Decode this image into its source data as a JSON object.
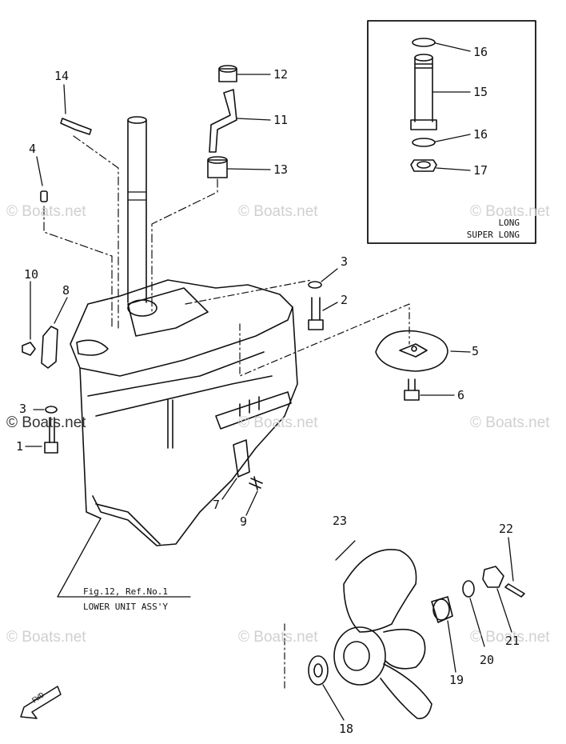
{
  "watermark": "© Boats.net",
  "inset": {
    "label_long": "LONG",
    "label_super_long": "SUPER LONG",
    "callouts": [
      "16",
      "15",
      "16",
      "17"
    ]
  },
  "callouts": {
    "c1": "1",
    "c2": "2",
    "c3a": "3",
    "c3b": "3",
    "c4": "4",
    "c5": "5",
    "c6": "6",
    "c7": "7",
    "c8": "8",
    "c9": "9",
    "c10": "10",
    "c11": "11",
    "c12": "12",
    "c13": "13",
    "c14": "14",
    "c18": "18",
    "c19": "19",
    "c20": "20",
    "c21": "21",
    "c22": "22",
    "c23": "23"
  },
  "figure_reference": {
    "line1": "Fig.12, Ref.No.1",
    "line2": "LOWER UNIT  ASS'Y"
  },
  "direction_badge": "FWD"
}
